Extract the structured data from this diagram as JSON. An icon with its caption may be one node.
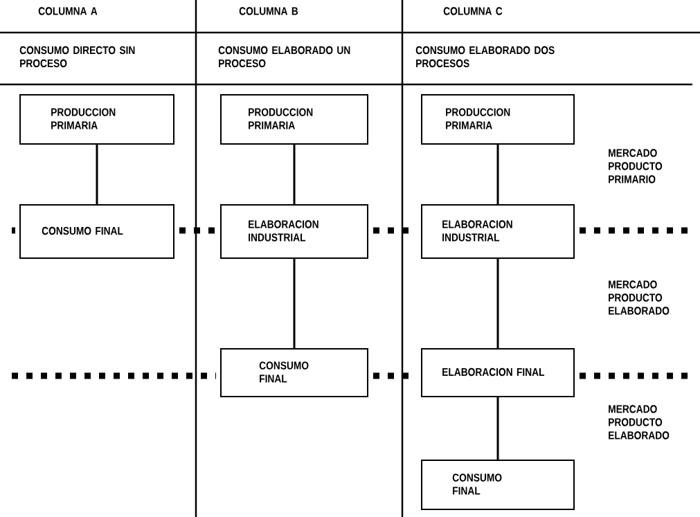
{
  "diagram": {
    "nodes": [
      {
        "text": [
          "PRODUCCION PRIMARIA"
        ]
      },
      {
        "text": [
          "CONSUMO FINAL"
        ]
      },
      {
        "text": [
          "PRODUCCION PRIMARIA"
        ]
      },
      {
        "text": [
          "ELABORACION INDUSTRIAL"
        ]
      },
      {
        "text": [
          "CONSUMO FINAL"
        ]
      },
      {
        "text": [
          "PRODUCCION PRIMARIA"
        ]
      },
      {
        "text": [
          "ELABORACION INDUSTRIAL"
        ]
      },
      {
        "text": [
          "ELABORACION FINAL"
        ]
      },
      {
        "text": [
          "CONSUMO FINAL"
        ]
      }
    ],
    "edges": [
      {
        "from": 0,
        "to": 1,
        "arrow": "none"
      },
      {
        "from": 2,
        "to": 3,
        "arrow": "none"
      },
      {
        "from": 3,
        "to": 4,
        "arrow": "none"
      },
      {
        "from": 5,
        "to": 6,
        "arrow": "none"
      },
      {
        "from": 6,
        "to": 7,
        "arrow": "none"
      },
      {
        "from": 7,
        "to": 8,
        "arrow": "none"
      }
    ],
    "labels": [
      "COLUMNA A",
      "COLUMNA B",
      "COLUMNA C",
      "CONSUMO DIRECTO SIN PROCESO",
      "CONSUMO ELABORADO UN PROCESO",
      "CONSUMO ELABORADO DOS PROCESOS",
      "MERCADO PRODUCTO PRIMARIO",
      "MERCADO PRODUCTO ELABORADO",
      "MERCADO PRODUCTO ELABORADO"
    ]
  }
}
